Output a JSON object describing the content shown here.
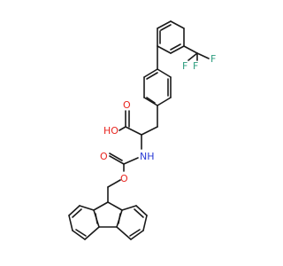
{
  "molecule": {
    "colors": {
      "bond": "#1a1a1a",
      "oxygen": "#e8251f",
      "nitrogen": "#2a3bd6",
      "fluorine": "#2e9e7f",
      "background": "#ffffff"
    },
    "labels": {
      "F1": "F",
      "F2": "F",
      "F3": "F",
      "O_carbonyl_acid": "O",
      "HO_acid": "HO",
      "NH": "NH",
      "O_carbamate": "O",
      "O_ester": "O"
    }
  }
}
